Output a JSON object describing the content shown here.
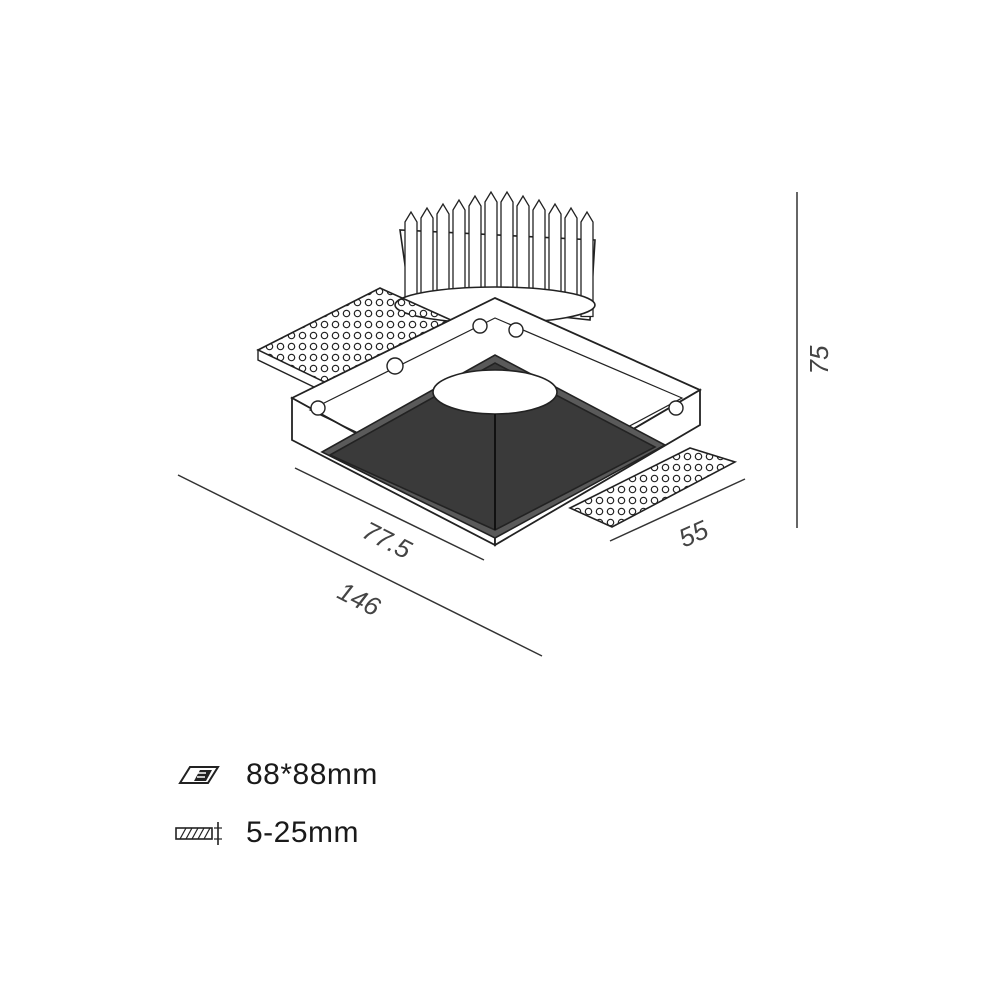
{
  "dimensions": {
    "height": "75",
    "front_width": "77.5",
    "overall_length": "146",
    "side_depth": "55"
  },
  "specs": [
    {
      "icon": "cutout-size-icon",
      "value": "88*88mm"
    },
    {
      "icon": "ceiling-thickness-icon",
      "value": "5-25mm"
    }
  ]
}
